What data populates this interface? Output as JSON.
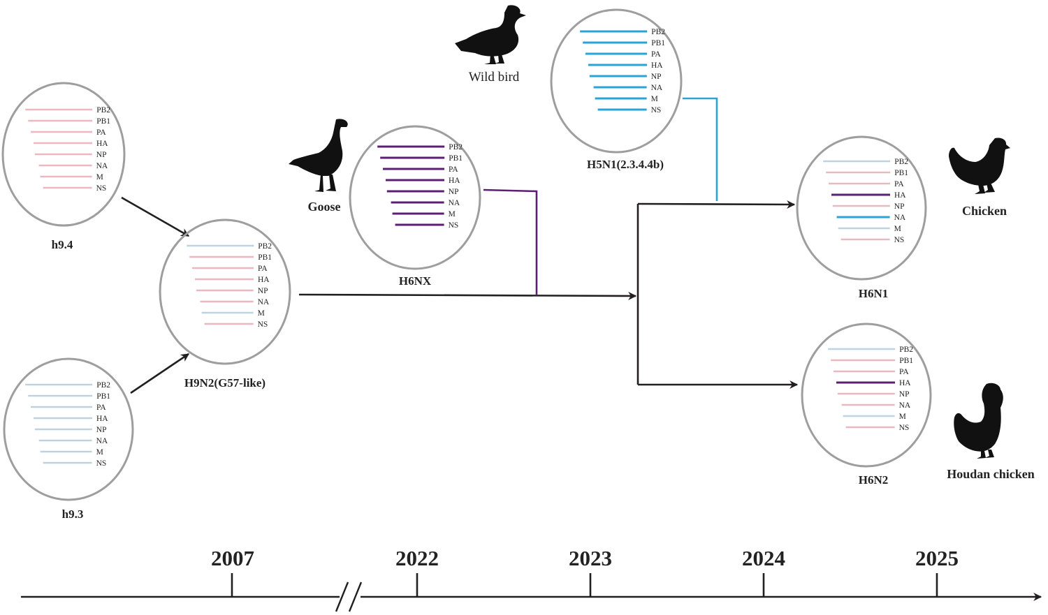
{
  "colors": {
    "pink": "#eab8bf",
    "lightblue": "#bcd3e3",
    "purple": "#5c1f73",
    "cyan": "#2aa3d6",
    "arrow": "#231f20",
    "circle": "#9e9e9e"
  },
  "segments": [
    "PB2",
    "PB1",
    "PA",
    "HA",
    "NP",
    "NA",
    "M",
    "NS"
  ],
  "viruses": {
    "h94": {
      "label": "h9.4",
      "colors": [
        "pink",
        "pink",
        "pink",
        "pink",
        "pink",
        "pink",
        "pink",
        "pink"
      ]
    },
    "h93": {
      "label": "h9.3",
      "colors": [
        "lightblue",
        "lightblue",
        "lightblue",
        "lightblue",
        "lightblue",
        "lightblue",
        "lightblue",
        "lightblue"
      ]
    },
    "h9n2": {
      "label": "H9N2(G57-like)",
      "colors": [
        "lightblue",
        "pink",
        "pink",
        "pink",
        "pink",
        "pink",
        "lightblue",
        "pink"
      ]
    },
    "h6nx": {
      "label": "H6NX",
      "colors": [
        "purple",
        "purple",
        "purple",
        "purple",
        "purple",
        "purple",
        "purple",
        "purple"
      ]
    },
    "h5n1": {
      "label": "H5N1(2.3.4.4b)",
      "colors": [
        "cyan",
        "cyan",
        "cyan",
        "cyan",
        "cyan",
        "cyan",
        "cyan",
        "cyan"
      ]
    },
    "h6n1": {
      "label": "H6N1",
      "colors": [
        "lightblue",
        "pink",
        "pink",
        "purple",
        "pink",
        "cyan",
        "lightblue",
        "pink"
      ]
    },
    "h6n2": {
      "label": "H6N2",
      "colors": [
        "lightblue",
        "pink",
        "pink",
        "purple",
        "pink",
        "pink",
        "lightblue",
        "pink"
      ]
    }
  },
  "hosts": {
    "goose": "Goose",
    "wild_bird": "Wild bird",
    "chicken": "Chicken",
    "houdan": "Houdan chicken"
  },
  "timeline": {
    "years": [
      "2007",
      "2022",
      "2023",
      "2024",
      "2025"
    ]
  }
}
